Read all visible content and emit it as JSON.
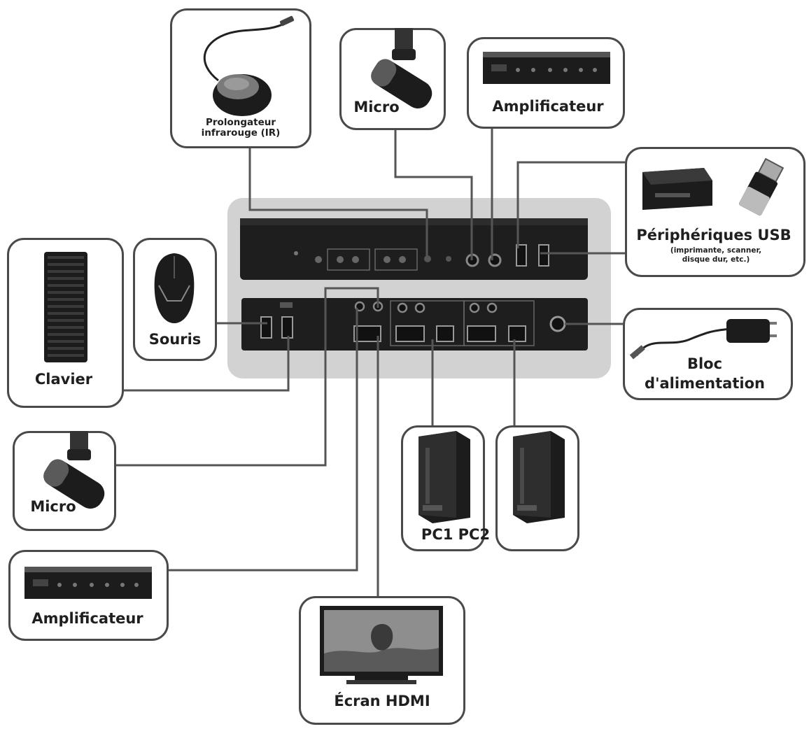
{
  "labels": {
    "ir_extender": [
      "Prolongateur",
      "infrarouge (IR)"
    ],
    "mic_top": "Micro",
    "amp_top": "Amplificateur",
    "usb_title": "Périphériques USB",
    "usb_sub": [
      "(imprimante, scanner,",
      "disque dur, etc.)"
    ],
    "mouse": "Souris",
    "keyboard": "Clavier",
    "power": [
      "Bloc",
      "d'alimentation"
    ],
    "mic_bottom": "Micro",
    "pcs": "PC1 PC2",
    "amp_bottom": "Amplificateur",
    "display": "Écran HDMI"
  },
  "colors": {
    "box_border": "#4a4a4a",
    "wire": "#555555",
    "panel_bg": "#d2d2d2",
    "device": "#1c1c1c"
  },
  "icons": [
    "ir-extender-icon",
    "microphone-icon",
    "amplifier-icon",
    "printer-icon",
    "usb-drive-icon",
    "mouse-icon",
    "keyboard-icon",
    "power-adapter-icon",
    "pc-tower-icon",
    "monitor-icon"
  ]
}
